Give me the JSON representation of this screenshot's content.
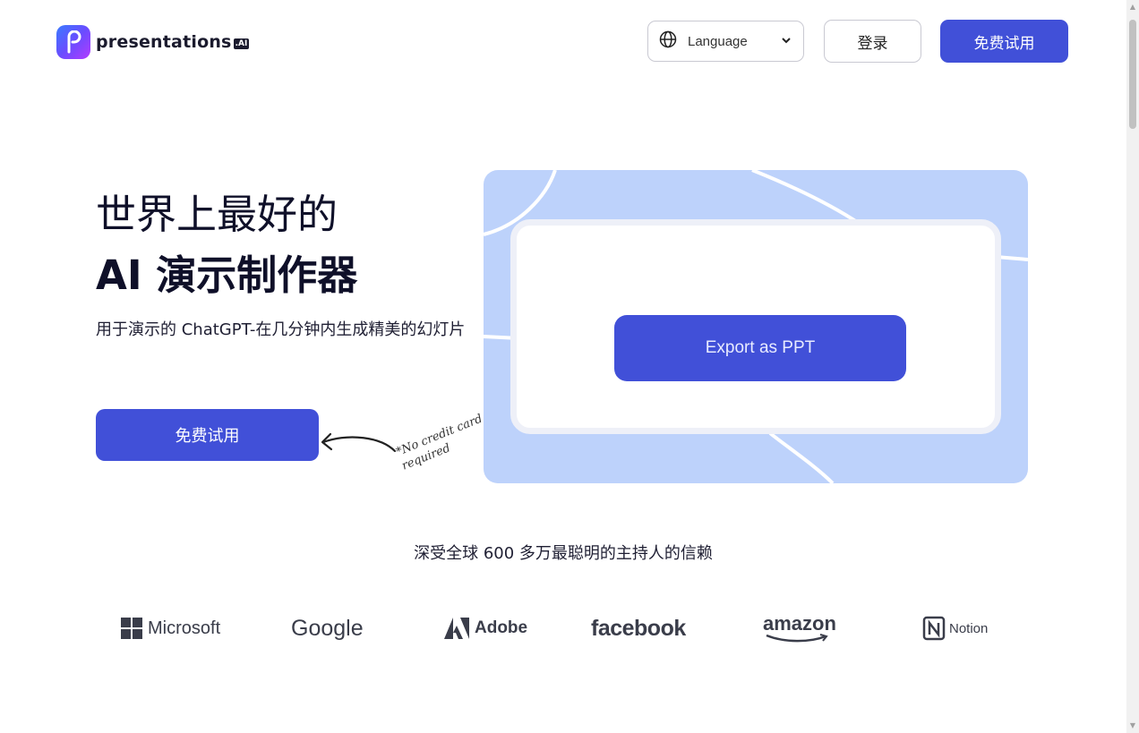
{
  "header": {
    "logo_text": "presentations",
    "logo_badge": ".AI",
    "language_label": "Language",
    "login_label": "登录",
    "trial_label": "免费试用"
  },
  "hero": {
    "title_line1": "世界上最好的",
    "title_line2": "AI 演示制作器",
    "subtitle": "用于演示的 ChatGPT-在几分钟内生成精美的幻灯片",
    "cta_label": "免费试用",
    "note": "*No credit card required",
    "export_label": "Export as PPT"
  },
  "trust": {
    "text": "深受全球 600 多万最聪明的主持人的信赖",
    "brands": [
      "Microsoft",
      "Google",
      "Adobe",
      "facebook",
      "amazon",
      "Notion"
    ]
  },
  "icons": {
    "globe": "globe-icon",
    "chevron": "chevron-down-icon",
    "arrow": "curved-arrow-icon"
  },
  "colors": {
    "primary": "#4150d8",
    "visual_bg": "#bdd2fb",
    "text_dark": "#0f1029"
  }
}
